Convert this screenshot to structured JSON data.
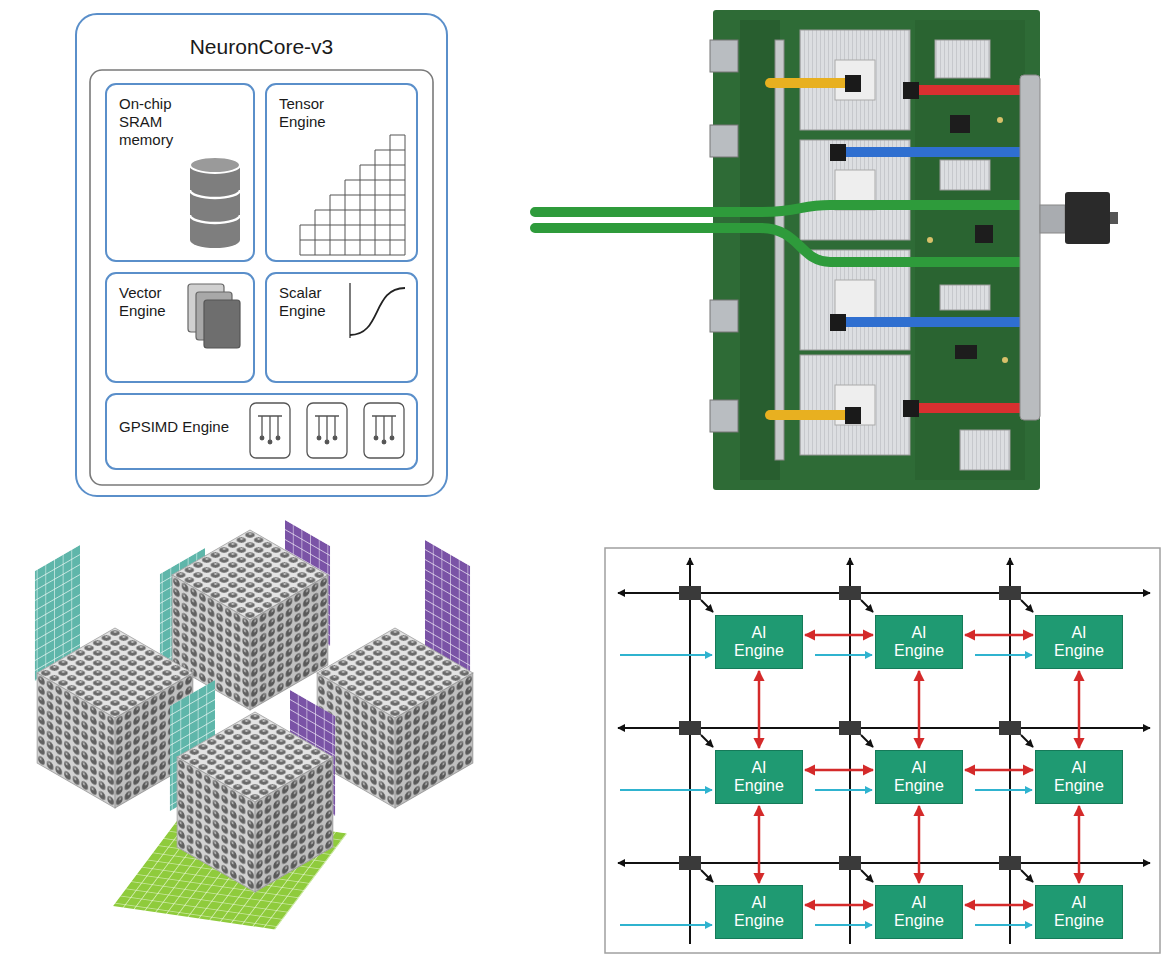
{
  "diagram": {
    "nodes": [
      {
        "text": [
          "NeuronCore-v3"
        ]
      },
      {
        "text": [
          "On-chip SRAM memory"
        ],
        "in": 0
      },
      {
        "text": [
          "Tensor Engine"
        ],
        "in": 0
      },
      {
        "text": [
          "Vector Engine"
        ],
        "in": 0
      },
      {
        "text": [
          "Scalar Engine"
        ],
        "in": 0
      },
      {
        "text": [
          "GPSIMD Engine"
        ],
        "in": 0
      },
      {
        "text": [
          "AI Engine"
        ]
      },
      {
        "text": [
          "AI Engine"
        ]
      },
      {
        "text": [
          "AI Engine"
        ]
      },
      {
        "text": [
          "AI Engine"
        ]
      },
      {
        "text": [
          "AI Engine"
        ]
      },
      {
        "text": [
          "AI Engine"
        ]
      },
      {
        "text": [
          "AI Engine"
        ]
      },
      {
        "text": [
          "AI Engine"
        ]
      },
      {
        "text": [
          "AI Engine"
        ]
      }
    ],
    "edges": [
      {
        "from": 6,
        "to": 7,
        "arrow": "both"
      },
      {
        "from": 7,
        "to": 8,
        "arrow": "both"
      },
      {
        "from": 9,
        "to": 10,
        "arrow": "both"
      },
      {
        "from": 10,
        "to": 11,
        "arrow": "both"
      },
      {
        "from": 12,
        "to": 13,
        "arrow": "both"
      },
      {
        "from": 13,
        "to": 14,
        "arrow": "both"
      },
      {
        "from": 6,
        "to": 9,
        "arrow": "both"
      },
      {
        "from": 9,
        "to": 12,
        "arrow": "both"
      },
      {
        "from": 7,
        "to": 10,
        "arrow": "both"
      },
      {
        "from": 10,
        "to": 13,
        "arrow": "both"
      },
      {
        "from": 8,
        "to": 11,
        "arrow": "both"
      },
      {
        "from": 11,
        "to": 14,
        "arrow": "both"
      }
    ]
  }
}
